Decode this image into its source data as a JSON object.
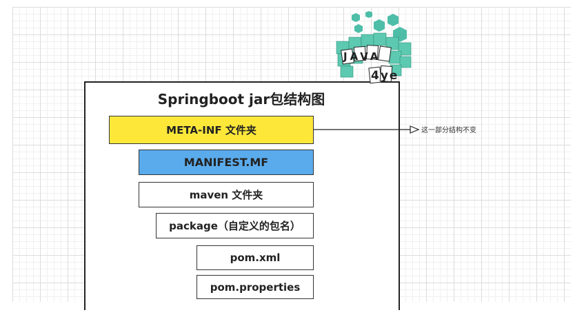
{
  "diagram": {
    "title": "Springboot jar包结构图",
    "boxes": {
      "meta_inf": "META-INF 文件夹",
      "manifest": "MANIFEST.MF",
      "maven": "maven 文件夹",
      "package": "package（自定义的包名）",
      "pom_xml": "pom.xml",
      "pom_properties": "pom.properties"
    },
    "annotation": "这一部分结构不变"
  },
  "logo": {
    "line1": "JAVA",
    "line2": "4ye"
  },
  "colors": {
    "meta_fill": "#fde83a",
    "manifest_fill": "#5aabec",
    "logo_teal": "#3bb8a0"
  }
}
